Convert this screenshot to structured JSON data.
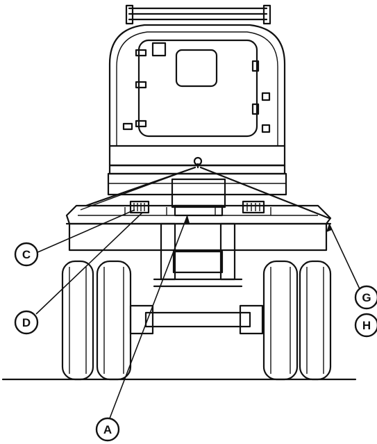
{
  "diagram": {
    "callouts": [
      {
        "id": "callout-c",
        "label": "C"
      },
      {
        "id": "callout-d",
        "label": "D"
      },
      {
        "id": "callout-a",
        "label": "A"
      },
      {
        "id": "callout-g",
        "label": "G"
      },
      {
        "id": "callout-h",
        "label": "H"
      }
    ]
  }
}
